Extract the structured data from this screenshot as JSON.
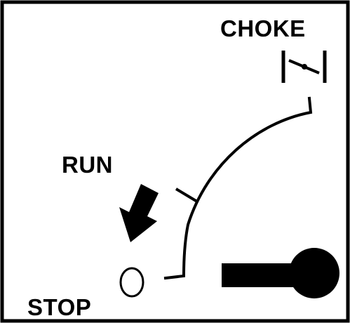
{
  "labels": {
    "choke": "CHOKE",
    "run": "RUN",
    "stop": "STOP"
  },
  "icons": {
    "choke": "choke-valve-icon",
    "run": "down-left-arrow-icon",
    "stop": "stop-circle-icon",
    "lever": "control-lever-icon"
  },
  "colors": {
    "ink": "#000000",
    "background": "#ffffff"
  }
}
